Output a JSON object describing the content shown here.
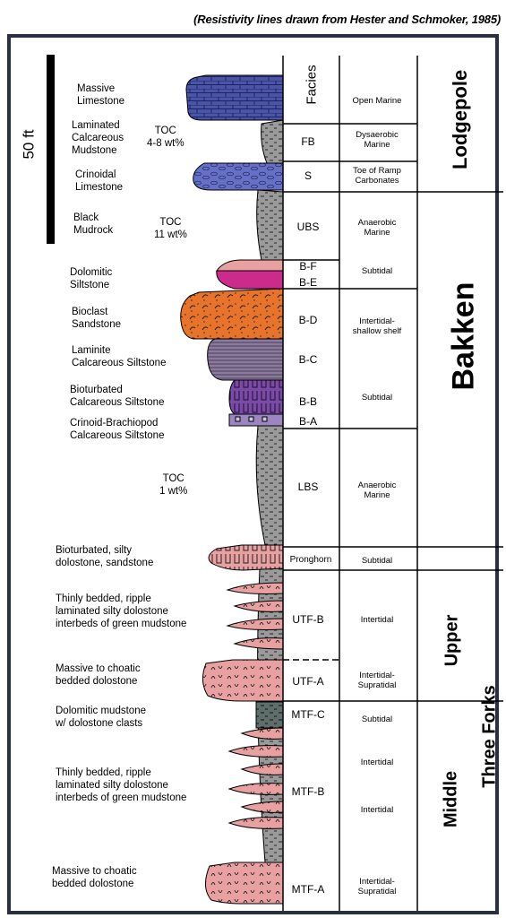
{
  "credit": "(Resistivity lines drawn from Hester and Schmoker, 1985)",
  "scale_label": "50 ft",
  "header": {
    "facies": "Facies"
  },
  "formations": {
    "lodgepole": "Lodgepole",
    "bakken": "Bakken",
    "three_forks": "Three Forks",
    "upper": "Upper",
    "middle": "Middle"
  },
  "lithology": [
    {
      "key": "massive_limestone",
      "lines": [
        "Massive",
        "Limestone"
      ]
    },
    {
      "key": "laminated_mudstone",
      "lines": [
        "Laminated",
        "Calcareous",
        "Mudstone"
      ]
    },
    {
      "key": "crinoidal_limestone",
      "lines": [
        "Crinoidal",
        "Limestone"
      ]
    },
    {
      "key": "black_mudrock",
      "lines": [
        "Black",
        "Mudrock"
      ]
    },
    {
      "key": "dolomitic_siltstone",
      "lines": [
        "Dolomitic",
        "Siltstone"
      ]
    },
    {
      "key": "bioclast_sandstone",
      "lines": [
        "Bioclast",
        "Sandstone"
      ]
    },
    {
      "key": "laminite",
      "lines": [
        "Laminite",
        "Calcareous Siltstone"
      ]
    },
    {
      "key": "bioturbated_calc",
      "lines": [
        "Bioturbated",
        "Calcareous Siltstone"
      ]
    },
    {
      "key": "crinoid_brach",
      "lines": [
        "Crinoid-Brachiopod",
        "Calcareous Siltstone"
      ]
    },
    {
      "key": "bioturbated_silty",
      "lines": [
        "Bioturbated, silty",
        "dolostone, sandstone"
      ]
    },
    {
      "key": "thin_upper",
      "lines": [
        "Thinly bedded, ripple",
        "laminated silty dolostone",
        "interbeds of green mudstone"
      ]
    },
    {
      "key": "massive_upper",
      "lines": [
        "Massive to choatic",
        "bedded dolostone"
      ]
    },
    {
      "key": "dolomitic_mudstone",
      "lines": [
        "Dolomitic mudstone",
        "w/ dolostone clasts"
      ]
    },
    {
      "key": "thin_middle",
      "lines": [
        "Thinly bedded, ripple",
        "laminated silty dolostone",
        "interbeds of green mudstone"
      ]
    },
    {
      "key": "massive_middle",
      "lines": [
        "Massive to choatic",
        "bedded dolostone"
      ]
    }
  ],
  "toc": [
    {
      "key": "toc1",
      "lines": [
        "TOC",
        "4-8 wt%"
      ]
    },
    {
      "key": "toc2",
      "lines": [
        "TOC",
        "11 wt%"
      ]
    },
    {
      "key": "toc3",
      "lines": [
        "TOC",
        "1 wt%"
      ]
    }
  ],
  "codes": [
    "FB",
    "S",
    "UBS",
    "B-F",
    "B-E",
    "B-D",
    "B-C",
    "B-B",
    "B-A",
    "LBS",
    "Pronghorn",
    "UTF-B",
    "UTF-A",
    "MTF-C",
    "MTF-B",
    "MTF-A"
  ],
  "facies": [
    {
      "key": "open_marine",
      "lines": [
        "Open Marine"
      ]
    },
    {
      "key": "dysaerobic",
      "lines": [
        "Dysaerobic",
        "Marine"
      ]
    },
    {
      "key": "toe_ramp",
      "lines": [
        "Toe of Ramp",
        "Carbonates"
      ]
    },
    {
      "key": "anaerobic1",
      "lines": [
        "Anaerobic",
        "Marine"
      ]
    },
    {
      "key": "subtidal1",
      "lines": [
        "Subtidal"
      ]
    },
    {
      "key": "intertidal_shelf",
      "lines": [
        "Intertidal-",
        "shallow shelf"
      ]
    },
    {
      "key": "subtidal2",
      "lines": [
        "Subtidal"
      ]
    },
    {
      "key": "anaerobic2",
      "lines": [
        "Anaerobic",
        "Marine"
      ]
    },
    {
      "key": "subtidal3",
      "lines": [
        "Subtidal"
      ]
    },
    {
      "key": "intertidal1",
      "lines": [
        "Intertidal"
      ]
    },
    {
      "key": "intertidal_supra1",
      "lines": [
        "Intertidal-",
        "Supratidal"
      ]
    },
    {
      "key": "subtidal4",
      "lines": [
        "Subtidal"
      ]
    },
    {
      "key": "intertidal2",
      "lines": [
        "Intertidal"
      ]
    },
    {
      "key": "intertidal3",
      "lines": [
        "Intertidal"
      ]
    },
    {
      "key": "intertidal_supra2",
      "lines": [
        "Intertidal-",
        "Supratidal"
      ]
    }
  ],
  "colors": {
    "limestone": "#4a55a8",
    "crinoidal": "#6670c4",
    "mudstone_grey": "#9a9a9a",
    "dark_grey": "#5a5a5a",
    "pink": "#e8a0a0",
    "magenta": "#cc2b8c",
    "orange": "#e8732a",
    "purple_grey": "#8a7a9c",
    "violet": "#7a4aa6",
    "green_grey": "#5e7a72"
  }
}
